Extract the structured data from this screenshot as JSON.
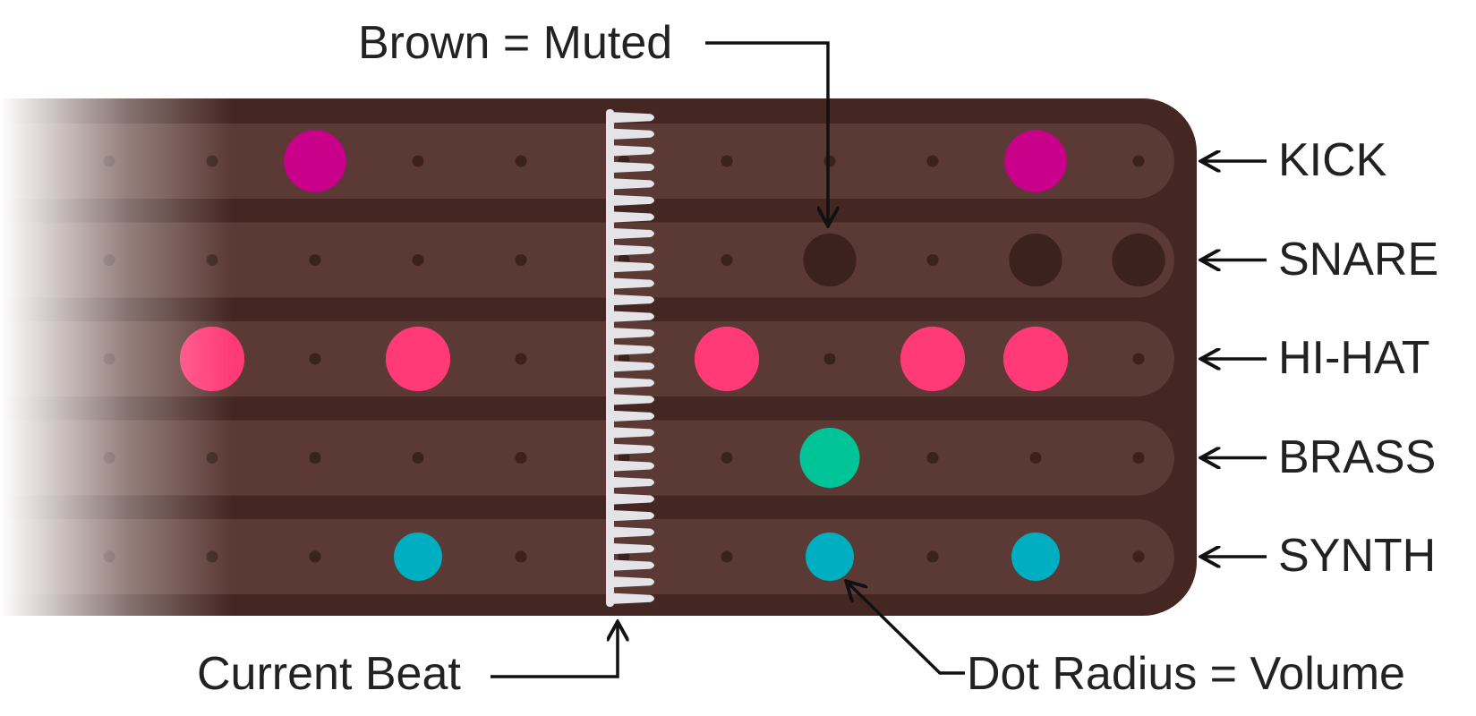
{
  "colors": {
    "panel": "#442622",
    "lane": "#5b3934",
    "grid_dot": "#3b221d",
    "muted_dot": "#3b221d",
    "playhead": "#e4e4e8",
    "arrow": "#111111",
    "kick": "#c8008a",
    "hihat": "#ff3a77",
    "brass": "#00c497",
    "synth": "#00aec2"
  },
  "annotations": {
    "muted": "Brown = Muted",
    "current_beat": "Current Beat",
    "dot_radius": "Dot Radius = Volume"
  },
  "sequencer": {
    "steps": 11,
    "current_step": 5,
    "tracks": [
      {
        "name": "KICK",
        "color": "kick",
        "muted": false,
        "hits": [
          {
            "step": 2,
            "volume": 0.8
          },
          {
            "step": 9,
            "volume": 0.8
          }
        ]
      },
      {
        "name": "SNARE",
        "color": "muted_dot",
        "muted": true,
        "hits": [
          {
            "step": 7,
            "volume": 0.6
          },
          {
            "step": 9,
            "volume": 0.6
          },
          {
            "step": 10,
            "volume": 0.6
          }
        ]
      },
      {
        "name": "HI-HAT",
        "color": "hihat",
        "muted": false,
        "hits": [
          {
            "step": 1,
            "volume": 0.85
          },
          {
            "step": 3,
            "volume": 0.85
          },
          {
            "step": 6,
            "volume": 0.85
          },
          {
            "step": 8,
            "volume": 0.85
          },
          {
            "step": 9,
            "volume": 0.85
          }
        ]
      },
      {
        "name": "BRASS",
        "color": "brass",
        "muted": false,
        "hits": [
          {
            "step": 7,
            "volume": 0.75
          }
        ]
      },
      {
        "name": "SYNTH",
        "color": "synth",
        "muted": false,
        "hits": [
          {
            "step": 3,
            "volume": 0.5
          },
          {
            "step": 7,
            "volume": 0.5
          },
          {
            "step": 9,
            "volume": 0.5
          }
        ]
      }
    ]
  }
}
